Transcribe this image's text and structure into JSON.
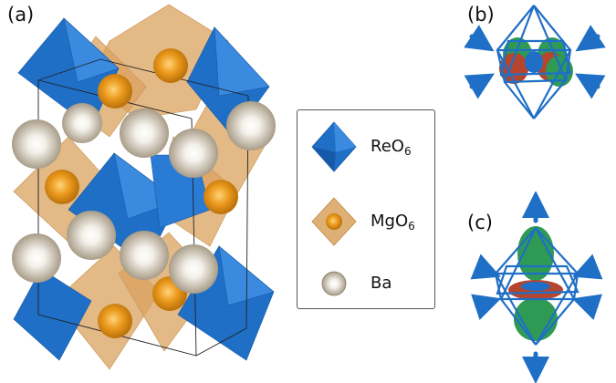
{
  "panels": {
    "a": "(a)",
    "b": "(b)",
    "c": "(c)"
  },
  "legend": {
    "items": [
      {
        "formula": "ReO",
        "subscript": "6",
        "icon": "blue-octahedron-icon"
      },
      {
        "formula": "MgO",
        "subscript": "6",
        "icon": "orange-octahedron-icon"
      },
      {
        "formula": "Ba",
        "subscript": "",
        "icon": "gray-sphere-icon"
      }
    ]
  },
  "colors": {
    "reo6": "#1f6fc6",
    "mgo6": "#d9a56b",
    "mg_atom": "#e8901a",
    "ba": "#b5aa98",
    "orbital_red": "#b5452e",
    "orbital_green": "#2e9a54"
  }
}
